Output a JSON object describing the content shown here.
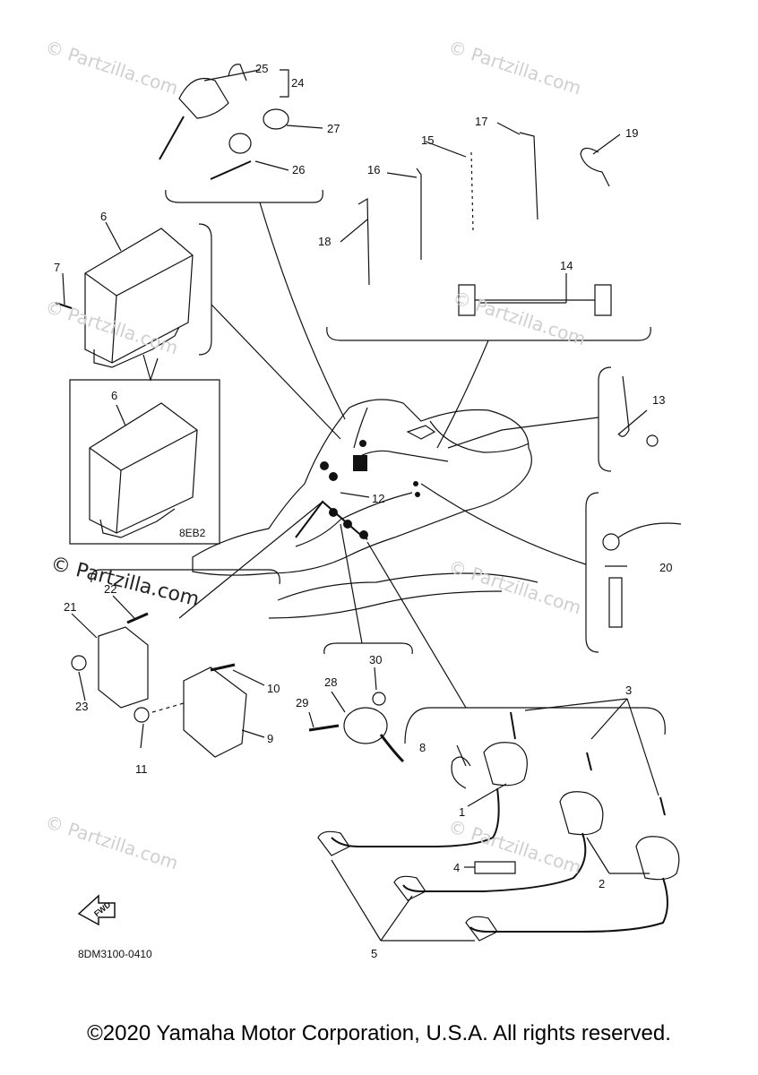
{
  "watermark": "© Partzilla.com",
  "watermark_featured": "© Partzilla.com",
  "inset_code": "8EB2",
  "drawing_code": "8DM3100-0410",
  "fwd_label": "FWD",
  "copyright": "©2020 Yamaha Motor Corporation, U.S.A. All rights reserved.",
  "callouts": {
    "c1": "1",
    "c2": "2",
    "c3": "3",
    "c4": "4",
    "c5": "5",
    "c6a": "6",
    "c6b": "6",
    "c7": "7",
    "c8": "8",
    "c9": "9",
    "c10": "10",
    "c11": "11",
    "c12": "12",
    "c13": "13",
    "c14": "14",
    "c15": "15",
    "c16": "16",
    "c17": "17",
    "c18": "18",
    "c19": "19",
    "c20": "20",
    "c21": "21",
    "c22": "22",
    "c23": "23",
    "c24": "24",
    "c25": "25",
    "c26": "26",
    "c27": "27",
    "c28": "28",
    "c29": "29",
    "c30": "30"
  }
}
